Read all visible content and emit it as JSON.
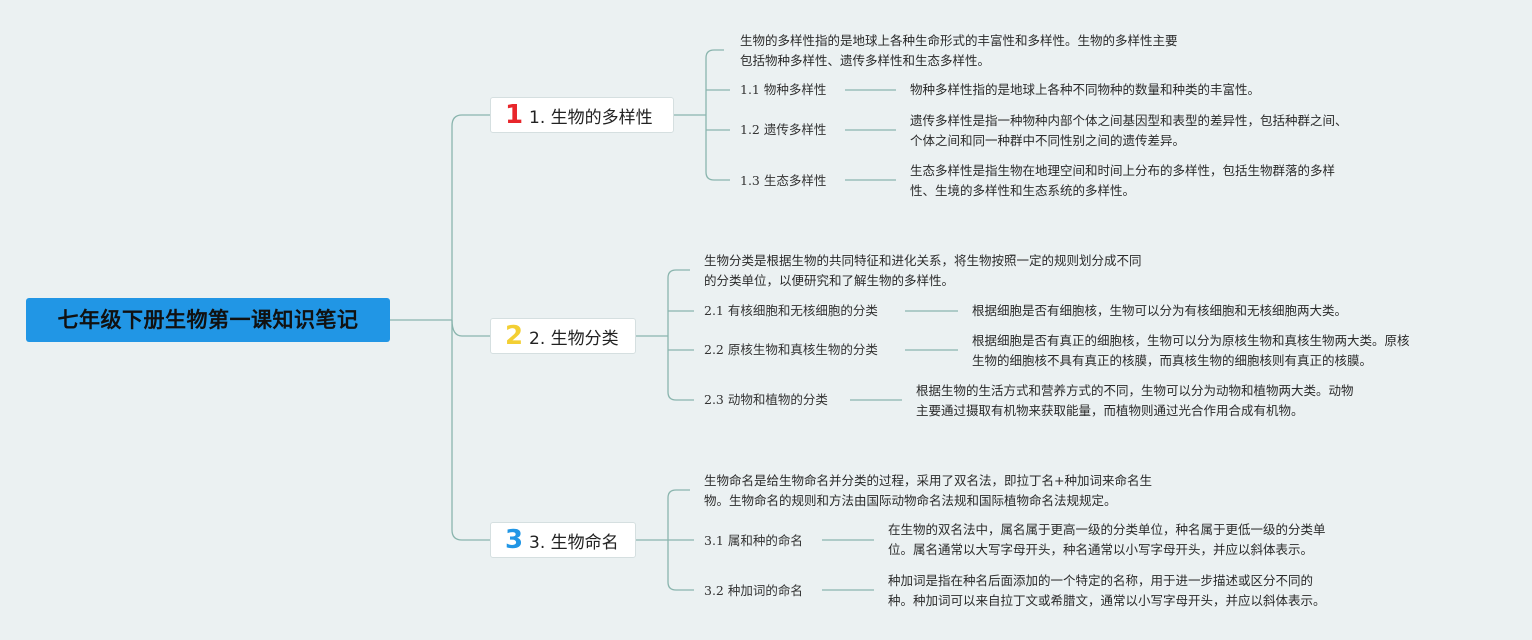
{
  "root": {
    "title": "七年级下册生物第一课知识笔记"
  },
  "branches": [
    {
      "badge": "1",
      "badge_color": "#e8262b",
      "label": "1. 生物的多样性",
      "intro": "生物的多样性指的是地球上各种生命形式的丰富性和多样性。生物的多样性主要包括物种多样性、遗传多样性和生态多样性。",
      "intro_lines": [
        "生物的多样性指的是地球上各种生命形式的丰富性和多样性。生物的多样性主要",
        "包括物种多样性、遗传多样性和生态多样性。"
      ],
      "children": [
        {
          "label": "1.1 物种多样性",
          "note_lines": [
            "物种多样性指的是地球上各种不同物种的数量和种类的丰富性。"
          ]
        },
        {
          "label": "1.2 遗传多样性",
          "note_lines": [
            "遗传多样性是指一种物种内部个体之间基因型和表型的差异性，包括种群之间、",
            "个体之间和同一种群中不同性别之间的遗传差异。"
          ]
        },
        {
          "label": "1.3 生态多样性",
          "note_lines": [
            "生态多样性是指生物在地理空间和时间上分布的多样性，包括生物群落的多样",
            "性、生境的多样性和生态系统的多样性。"
          ]
        }
      ]
    },
    {
      "badge": "2",
      "badge_color": "#f3cf33",
      "label": "2. 生物分类",
      "intro_lines": [
        "生物分类是根据生物的共同特征和进化关系，将生物按照一定的规则划分成不同",
        "的分类单位，以便研究和了解生物的多样性。"
      ],
      "children": [
        {
          "label": "2.1 有核细胞和无核细胞的分类",
          "note_lines": [
            "根据细胞是否有细胞核，生物可以分为有核细胞和无核细胞两大类。"
          ]
        },
        {
          "label": "2.2 原核生物和真核生物的分类",
          "note_lines": [
            "根据细胞是否有真正的细胞核，生物可以分为原核生物和真核生物两大类。原核",
            "生物的细胞核不具有真正的核膜，而真核生物的细胞核则有真正的核膜。"
          ]
        },
        {
          "label": "2.3 动物和植物的分类",
          "note_lines": [
            "根据生物的生活方式和营养方式的不同，生物可以分为动物和植物两大类。动物",
            "主要通过摄取有机物来获取能量，而植物则通过光合作用合成有机物。"
          ]
        }
      ]
    },
    {
      "badge": "3",
      "badge_color": "#2196e5",
      "label": "3. 生物命名",
      "intro_lines": [
        "生物命名是给生物命名并分类的过程，采用了双名法，即拉丁名+种加词来命名生",
        "物。生物命名的规则和方法由国际动物命名法规和国际植物命名法规规定。"
      ],
      "children": [
        {
          "label": "3.1 属和种的命名",
          "note_lines": [
            "在生物的双名法中，属名属于更高一级的分类单位，种名属于更低一级的分类单",
            "位。属名通常以大写字母开头，种名通常以小写字母开头，并应以斜体表示。"
          ]
        },
        {
          "label": "3.2 种加词的命名",
          "note_lines": [
            "种加词是指在种名后面添加的一个特定的名称，用于进一步描述或区分不同的",
            "种。种加词可以来自拉丁文或希腊文，通常以小写字母开头，并应以斜体表示。"
          ]
        }
      ]
    }
  ]
}
